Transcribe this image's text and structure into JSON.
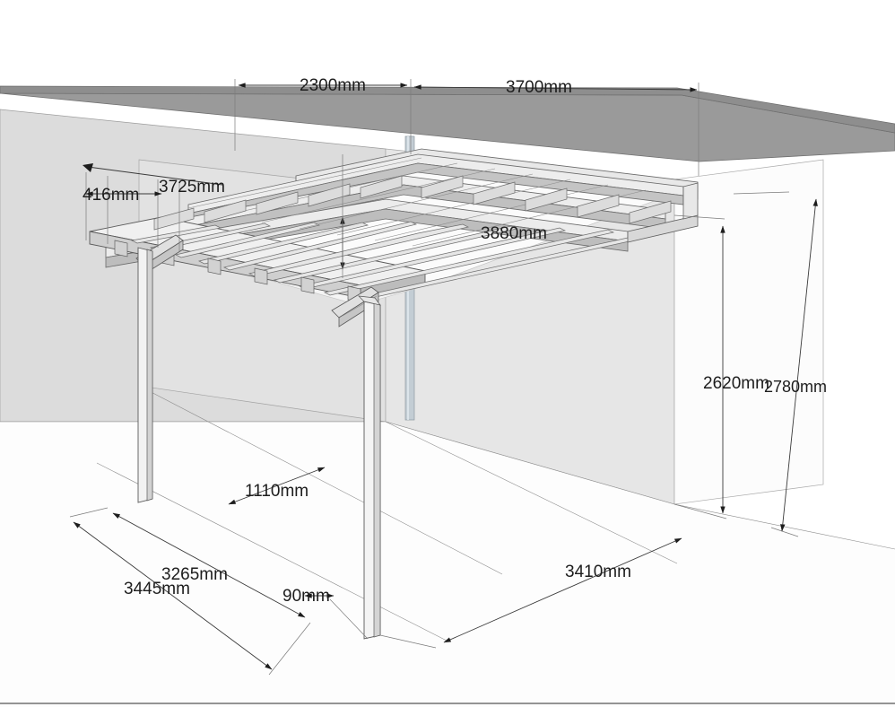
{
  "drawing": {
    "title": "Lean-to carport dimensioned 3D view",
    "units": "mm",
    "background_color": "#ffffff",
    "palette": {
      "roof_slab_dark": "#9a9a9a",
      "wall_light": "#dcdcdc",
      "wall_face": "#e4e4e4",
      "ground": "#fbfbfb",
      "timber_light": "#f2f2f2",
      "timber_mid": "#d6d6d6",
      "timber_shade": "#b9b9b9",
      "downpipe": "#c3cdd4",
      "edge_line": "#5a5a5a",
      "dimension_text": "#1d1d1d",
      "dimension_line": "#3a3a3a"
    }
  },
  "dimensions": {
    "top": [
      {
        "id": "span-left",
        "label": "2300mm",
        "value": 2300,
        "orientation": "horizontal"
      },
      {
        "id": "span-right",
        "label": "3700mm",
        "value": 3700,
        "orientation": "horizontal"
      }
    ],
    "upper_left": [
      {
        "id": "beam-depth",
        "label": "416mm",
        "value": 416,
        "orientation": "vertical"
      },
      {
        "id": "roof-width-left",
        "label": "3725mm",
        "value": 3725,
        "orientation": "diagonal"
      }
    ],
    "roof": [
      {
        "id": "roof-depth",
        "label": "3880mm",
        "value": 3880,
        "orientation": "diagonal"
      }
    ],
    "right": [
      {
        "id": "post-height-front",
        "label": "2620mm",
        "value": 2620,
        "orientation": "vertical"
      },
      {
        "id": "wall-height-rear",
        "label": "2780mm",
        "value": 2780,
        "orientation": "vertical"
      }
    ],
    "ground": [
      {
        "id": "post-offset",
        "label": "1110mm",
        "value": 1110,
        "orientation": "diagonal"
      },
      {
        "id": "post-spacing-inner",
        "label": "3265mm",
        "value": 3265,
        "orientation": "diagonal"
      },
      {
        "id": "post-spacing-outer",
        "label": "3445mm",
        "value": 3445,
        "orientation": "diagonal"
      },
      {
        "id": "post-width",
        "label": "90mm",
        "value": 90,
        "orientation": "diagonal"
      },
      {
        "id": "ground-depth",
        "label": "3410mm",
        "value": 3410,
        "orientation": "diagonal"
      }
    ]
  },
  "model": {
    "structure_type": "lean-to carport",
    "posts": [
      {
        "id": "post-left",
        "label": "Left support post"
      },
      {
        "id": "post-right",
        "label": "Right support post"
      }
    ],
    "braces": [
      {
        "id": "brace-left",
        "label": "Left knee brace"
      },
      {
        "id": "brace-right",
        "label": "Right knee brace"
      }
    ],
    "members": [
      {
        "id": "front-beam",
        "label": "Front beam"
      },
      {
        "id": "rear-beam",
        "label": "Rear wall plate"
      },
      {
        "id": "rafters",
        "label": "Rafters",
        "count": 12
      },
      {
        "id": "purlins",
        "label": "Purlins",
        "count": 4
      }
    ],
    "wall": {
      "id": "house-wall",
      "label": "House wall"
    },
    "roof_slab": {
      "id": "house-roof",
      "label": "House roof slab"
    },
    "downpipe": {
      "id": "downpipe",
      "label": "Downpipe"
    }
  }
}
